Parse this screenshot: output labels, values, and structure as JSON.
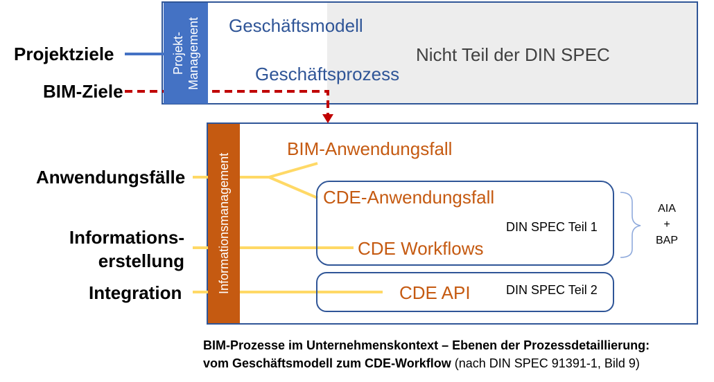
{
  "left_labels": {
    "projektziele": "Projektziele",
    "bim_ziele": "BIM-Ziele",
    "anwendungsfaelle": "Anwendungsfälle",
    "informationserstellung_1": "Informations-",
    "informationserstellung_2": "erstellung",
    "integration": "Integration"
  },
  "top_box": {
    "sidebar_line1": "Projekt-",
    "sidebar_line2": "Management",
    "geschaeftsmodell": "Geschäftsmodell",
    "geschaeftsprozess": "Geschäftsprozess",
    "not_part": "Nicht Teil der DIN SPEC"
  },
  "bottom_box": {
    "sidebar": "Informationsmanagement",
    "bim_anwendungsfall": "BIM-Anwendungsfall",
    "cde_anwendungsfall": "CDE-Anwendungsfall",
    "cde_workflows": "CDE Workflows",
    "din_spec_teil_1": "DIN SPEC Teil 1",
    "cde_api": "CDE API",
    "din_spec_teil_2": "DIN SPEC Teil 2"
  },
  "brace_labels": {
    "aia": "AIA",
    "plus": "+",
    "bap": "BAP"
  },
  "caption": {
    "line1": "BIM-Prozesse im Unternehmenskontext – Ebenen der Prozessdetaillierung:",
    "line2_bold": "vom Geschäftsmodell zum CDE-Workflow",
    "line2_normal": " (nach DIN SPEC 91391-1, Bild 9)"
  },
  "colors": {
    "blue": "#2f5597",
    "sidebar_blue": "#4472c4",
    "orange": "#c55a11",
    "yellow": "#ffd966",
    "red_dashed": "#c00000",
    "grey_fill": "#ededed"
  }
}
